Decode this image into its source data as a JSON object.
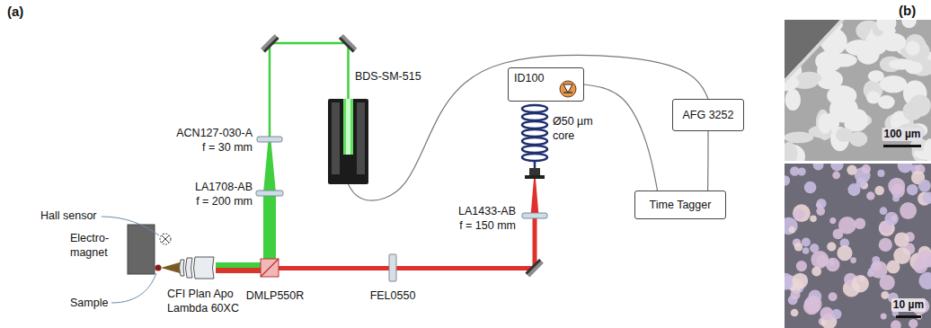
{
  "diagram": {
    "nodes": [
      {
        "text": [
          "BDS-SM-515"
        ]
      },
      {
        "text": [
          "ID100"
        ]
      },
      {
        "text": [
          "AFG 3252"
        ]
      },
      {
        "text": [
          "Time Tagger"
        ]
      }
    ],
    "edges": [
      {
        "from": 0,
        "to": 2,
        "arrow": "none"
      },
      {
        "from": 1,
        "to": 3,
        "arrow": "none"
      },
      {
        "from": 2,
        "to": 3,
        "arrow": "none"
      }
    ],
    "labels": [
      "(a)",
      "(b)",
      "ACN127-030-A",
      "f = 30 mm",
      "LA1708-AB",
      "f = 200 mm",
      "Hall sensor",
      "Electro-magnet",
      "Sample",
      "CFI Plan Apo Lambda 60XC",
      "DMLP550R",
      "FEL0550",
      "Ø50 µm core",
      "LA1433-AB",
      "f = 150 mm",
      "100 µm",
      "10 µm"
    ]
  }
}
